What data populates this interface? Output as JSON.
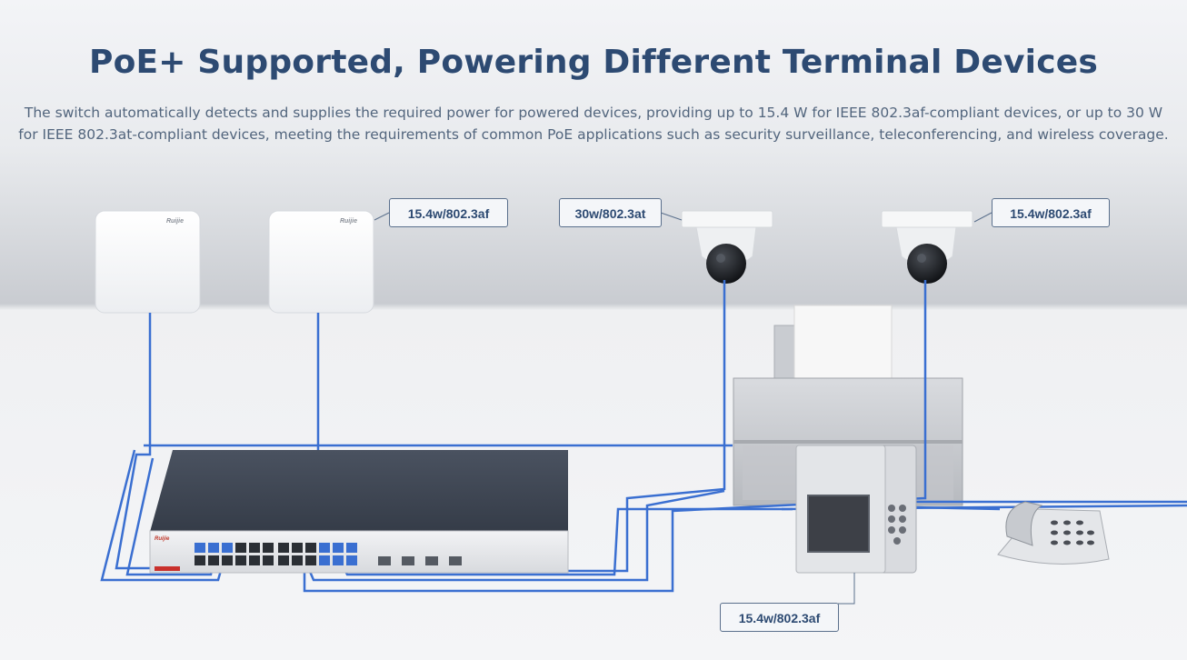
{
  "header": {
    "title": "PoE+ Supported, Powering Different Terminal Devices",
    "description": "The switch automatically detects and supplies the required power for powered devices, providing up to 15.4 W for IEEE 802.3af-compliant devices, or up to 30 W for IEEE 802.3at-compliant devices, meeting the requirements of common PoE applications such as security surveillance, teleconferencing, and wireless coverage."
  },
  "devices": {
    "ap_brand": "Ruijie",
    "switch_brand": "Ruijie"
  },
  "callouts": {
    "access_point": "15.4w/802.3af",
    "camera_left": "30w/802.3at",
    "camera_right": "15.4w/802.3af",
    "phone_terminal": "15.4w/802.3af"
  },
  "colors": {
    "title": "#2d4a72",
    "cable": "#3a6fd1",
    "switch_body": "#3c4654"
  }
}
